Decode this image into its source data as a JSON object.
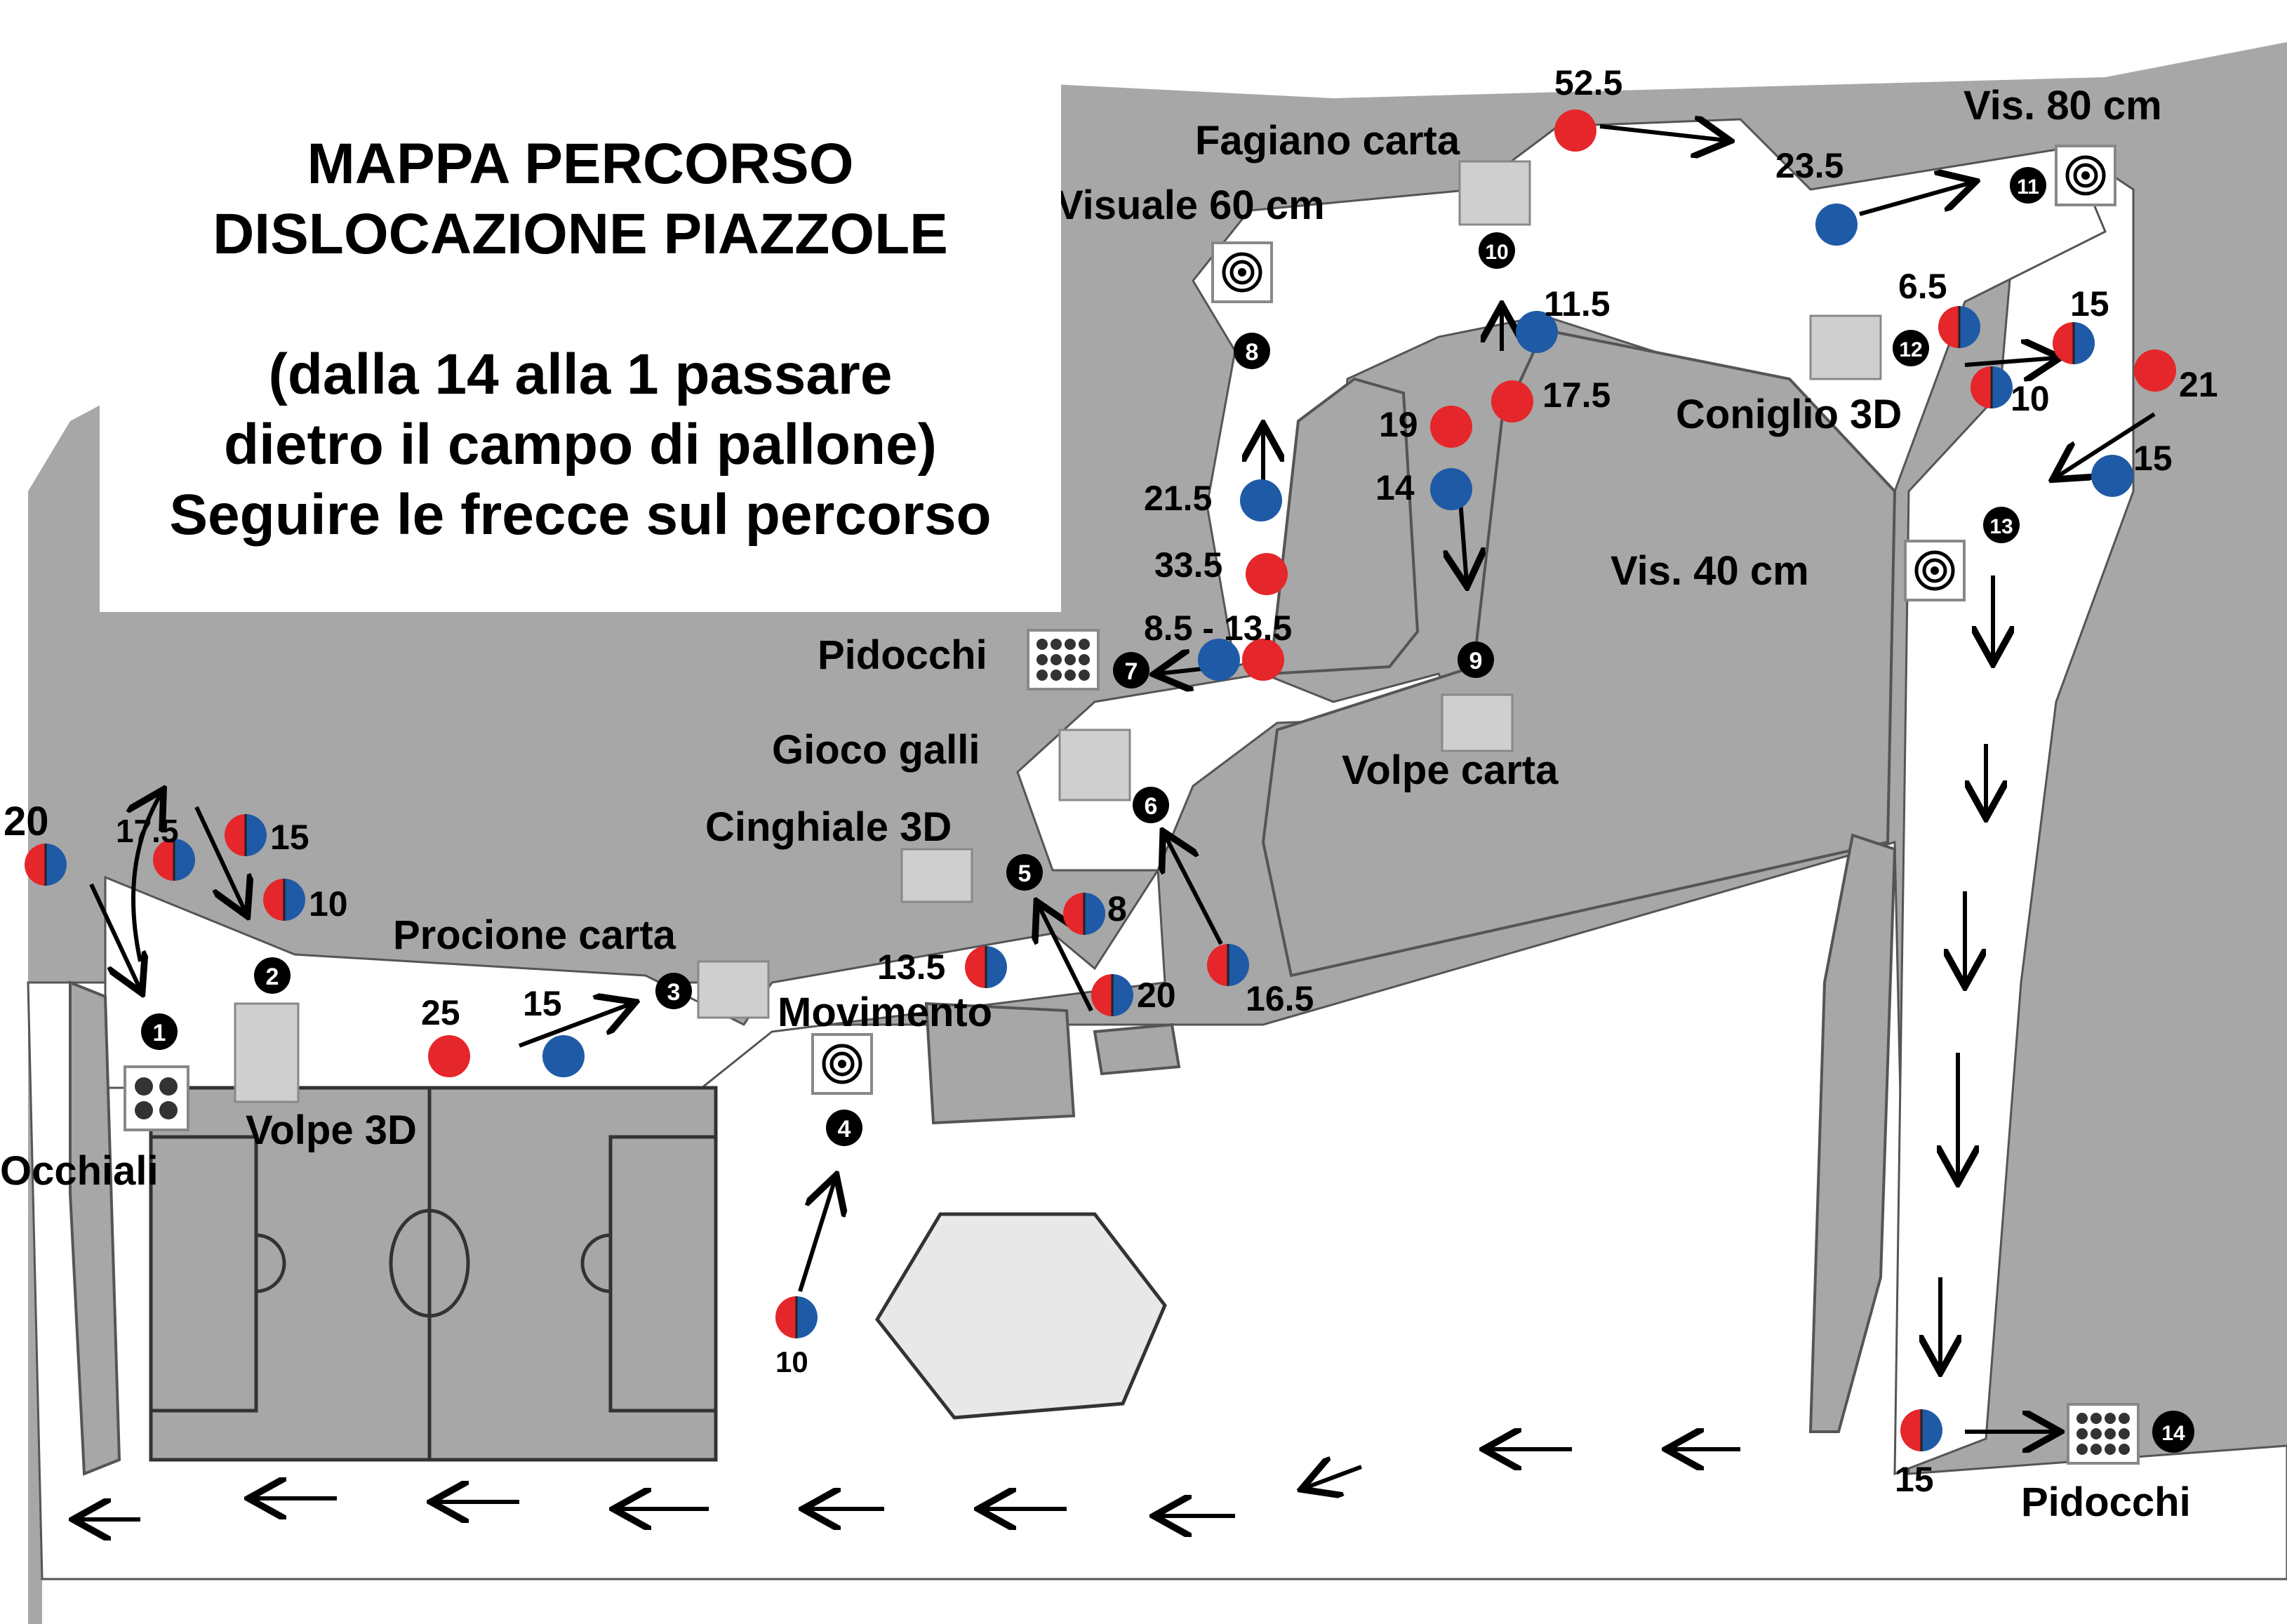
{
  "title": {
    "line1": "MAPPA PERCORSO",
    "line2": "DISLOCAZIONE PIAZZOLE",
    "line3": "(dalla 14 alla 1 passare",
    "line4": "dietro il campo di pallone)",
    "line5": "Seguire le frecce sul percorso"
  },
  "colors": {
    "background": "#a7a7a7",
    "path": "#ffffff",
    "red_peg": "#e5262a",
    "blue_peg": "#1f5aa6",
    "station_marker": "#000000"
  },
  "targets": {
    "occhiali": "Occhiali",
    "volpe_3d": "Volpe 3D",
    "procione_carta": "Procione carta",
    "movimento": "Movimento",
    "cinghiale_3d": "Cinghiale 3D",
    "gioco_galli": "Gioco galli",
    "pidocchi_7": "Pidocchi",
    "visuale_60": "Visuale 60 cm",
    "fagiano_carta": "Fagiano carta",
    "volpe_carta": "Volpe carta",
    "vis_80": "Vis. 80 cm",
    "coniglio_3d": "Coniglio 3D",
    "vis_40": "Vis. 40 cm",
    "pidocchi_14": "Pidocchi"
  },
  "stations": [
    "1",
    "2",
    "3",
    "4",
    "5",
    "6",
    "7",
    "8",
    "9",
    "10",
    "11",
    "12",
    "13",
    "14"
  ],
  "distances": {
    "s1": "20",
    "s2a": "17.5",
    "s2b": "15",
    "s2c": "10",
    "s3a": "25",
    "s3b": "15",
    "s4": "10",
    "s5a": "13.5",
    "s5b": "8",
    "s5c": "20",
    "s6": "16.5",
    "s7": "8.5 - 13.5",
    "s8a": "21.5",
    "s8b": "33.5",
    "s9a": "19",
    "s9b": "14",
    "s10a": "11.5",
    "s10b": "17.5",
    "s10c": "52.5",
    "s11": "23.5",
    "s12a": "6.5",
    "s12b": "15",
    "s12c": "10",
    "s13a": "21",
    "s13b": "15",
    "s14": "15"
  }
}
